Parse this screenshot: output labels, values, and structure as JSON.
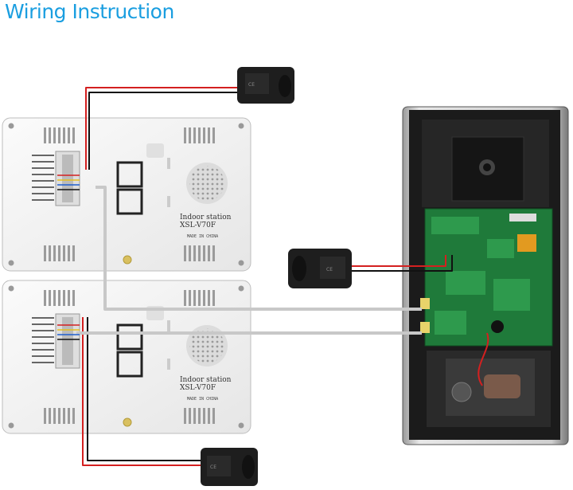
{
  "title": "Wiring Instruction",
  "monitors": [
    {
      "label_line1": "Indoor station",
      "label_line2": "XSL-V70F",
      "made_in": "MADE IN CHINA"
    },
    {
      "label_line1": "Indoor station",
      "label_line2": "XSL-V70F",
      "made_in": "MADE IN CHINA"
    }
  ],
  "colors": {
    "title": "#1a9ee0",
    "red_wire": "#d42020",
    "black_wire": "#111111",
    "cable": "#c8c8c8",
    "pcb": "#1f7a3a"
  },
  "icons": [
    "power-adapter-icon",
    "speaker-grille-icon",
    "camera-lens-icon",
    "ce-mark-icon"
  ]
}
